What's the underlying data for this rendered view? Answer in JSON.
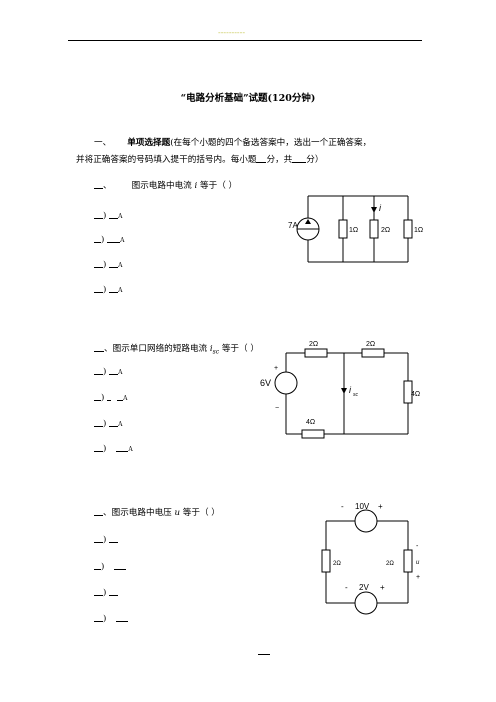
{
  "header": {
    "tag": "----------"
  },
  "title": "“电路分析基础”试题(120分钟)",
  "section1": {
    "number": "一、",
    "heading": "单项选择题",
    "instruction_line1": "(在每个小题的四个备选答案中，选出一个正确答案，",
    "instruction_line2": "并将正确答案的号码填入提干的括号内。每小题",
    "instruction_tail": "分，共",
    "instruction_end": "分）"
  },
  "questions": [
    {
      "number": "、",
      "text": "图示电路中电流",
      "var": "i",
      "suffix": "等于（    ）",
      "options": [
        ")",
        ")",
        ")",
        ")"
      ],
      "circuit": {
        "source": "7A",
        "r1": "1Ω",
        "r2": "2Ω",
        "r3": "1Ω",
        "current": "i"
      }
    },
    {
      "number": "、",
      "text": "图示单口网络的短路电流",
      "var": "i",
      "var_sub": "sc",
      "suffix": "等于（    ）",
      "options": [
        ")",
        ")",
        ")",
        ")"
      ],
      "circuit": {
        "source": "6V",
        "plus": "+",
        "minus": "−",
        "r_top_left": "2Ω",
        "r_top_right": "2Ω",
        "r_right": "4Ω",
        "r_bottom": "4Ω",
        "current": "i",
        "current_sub": "sc"
      }
    },
    {
      "number": "、",
      "text": "图示电路中电压",
      "var": "u",
      "suffix": "等于（    ）",
      "options": [
        ")",
        ")",
        ")",
        ")"
      ],
      "circuit": {
        "top_source": "10V",
        "bottom_source": "2V",
        "minus": "-",
        "plus": "+",
        "r_left": "2Ω",
        "r_right": "2Ω",
        "u_minus": "-",
        "u_label": "u",
        "u_plus": "+"
      }
    }
  ],
  "colors": {
    "header_tag": "#c8c85a",
    "ink": "#000000"
  }
}
